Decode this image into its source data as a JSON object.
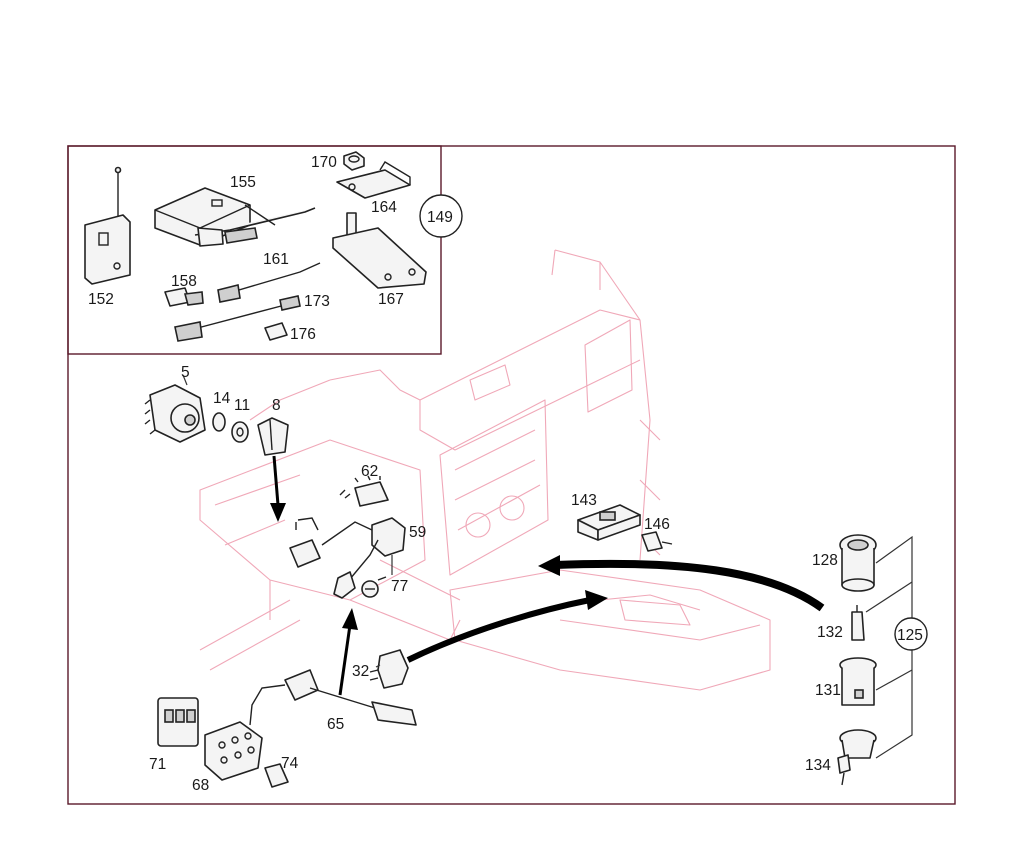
{
  "callouts": {
    "c5": "5",
    "c14": "14",
    "c11": "11",
    "c8": "8",
    "c62": "62",
    "c59": "59",
    "c77": "77",
    "c32": "32",
    "c65": "65",
    "c71": "71",
    "c68": "68",
    "c74": "74",
    "c143": "143",
    "c146": "146",
    "c128": "128",
    "c132": "132",
    "c131": "131",
    "c134": "134",
    "c125": "125",
    "c152": "152",
    "c155": "155",
    "c158": "158",
    "c161": "161",
    "c170": "170",
    "c164": "164",
    "c149": "149",
    "c167": "167",
    "c173": "173",
    "c176": "176"
  },
  "colors": {
    "frame": "#5a1a2a",
    "ghost_outline": "#f0a8b8",
    "ink": "#222222"
  }
}
